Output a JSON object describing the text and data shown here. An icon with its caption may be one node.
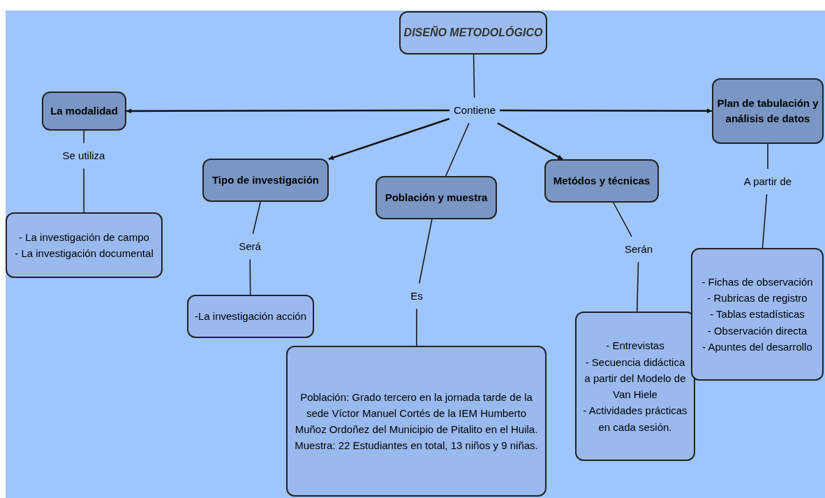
{
  "diagram": {
    "nodes": [
      {
        "text": [
          "DISEÑO METODOLÓGICO"
        ]
      },
      {
        "text": [
          "Contiene"
        ]
      },
      {
        "text": [
          "La modalidad"
        ]
      },
      {
        "text": [
          "Plan de tabulación y análisis de datos"
        ]
      },
      {
        "text": [
          "Tipo de investigación"
        ]
      },
      {
        "text": [
          "Población y muestra"
        ]
      },
      {
        "text": [
          "Metódos y técnicas"
        ]
      },
      {
        "text": [
          "Se utiliza"
        ]
      },
      {
        "text": [
          "Será"
        ]
      },
      {
        "text": [
          "Es"
        ]
      },
      {
        "text": [
          "Serán"
        ]
      },
      {
        "text": [
          "A partir de"
        ]
      },
      {
        "text": [
          "- La investigación de campo",
          "- La investigación documental"
        ]
      },
      {
        "text": [
          "-La investigación acción"
        ]
      },
      {
        "text": [
          "Población: Grado tercero en la jornada tarde de la sede Víctor Manuel Cortés de la IEM Humberto Muñoz Ordoñez del Municipio de Pitalito en el Huila.",
          "Muestra: 22 Estudiantes en total, 13 niños y 9 niñas."
        ]
      },
      {
        "text": [
          "- Entrevistas",
          "- Secuencia didáctica a partir del Modelo de Van Hiele",
          "- Actividades prácticas en cada sesión."
        ]
      },
      {
        "text": [
          "- Fichas de observación",
          "- Rubricas de registro",
          "- Tablas estadísticas",
          "- Observación directa",
          "- Apuntes del desarrollo"
        ]
      }
    ],
    "edges": [
      {
        "from": 0,
        "to": 1,
        "arrow": "none"
      },
      {
        "from": 1,
        "to": 2,
        "arrow": "to"
      },
      {
        "from": 1,
        "to": 3,
        "arrow": "to"
      },
      {
        "from": 1,
        "to": 4,
        "arrow": "to"
      },
      {
        "from": 1,
        "to": 5,
        "arrow": "none"
      },
      {
        "from": 1,
        "to": 6,
        "arrow": "to"
      },
      {
        "from": 2,
        "to": 7,
        "arrow": "none"
      },
      {
        "from": 7,
        "to": 12,
        "arrow": "none"
      },
      {
        "from": 4,
        "to": 8,
        "arrow": "none"
      },
      {
        "from": 8,
        "to": 13,
        "arrow": "none"
      },
      {
        "from": 5,
        "to": 9,
        "arrow": "none"
      },
      {
        "from": 9,
        "to": 14,
        "arrow": "none"
      },
      {
        "from": 6,
        "to": 10,
        "arrow": "none"
      },
      {
        "from": 10,
        "to": 15,
        "arrow": "none"
      },
      {
        "from": 3,
        "to": 11,
        "arrow": "none"
      },
      {
        "from": 11,
        "to": 16,
        "arrow": "none"
      }
    ]
  }
}
